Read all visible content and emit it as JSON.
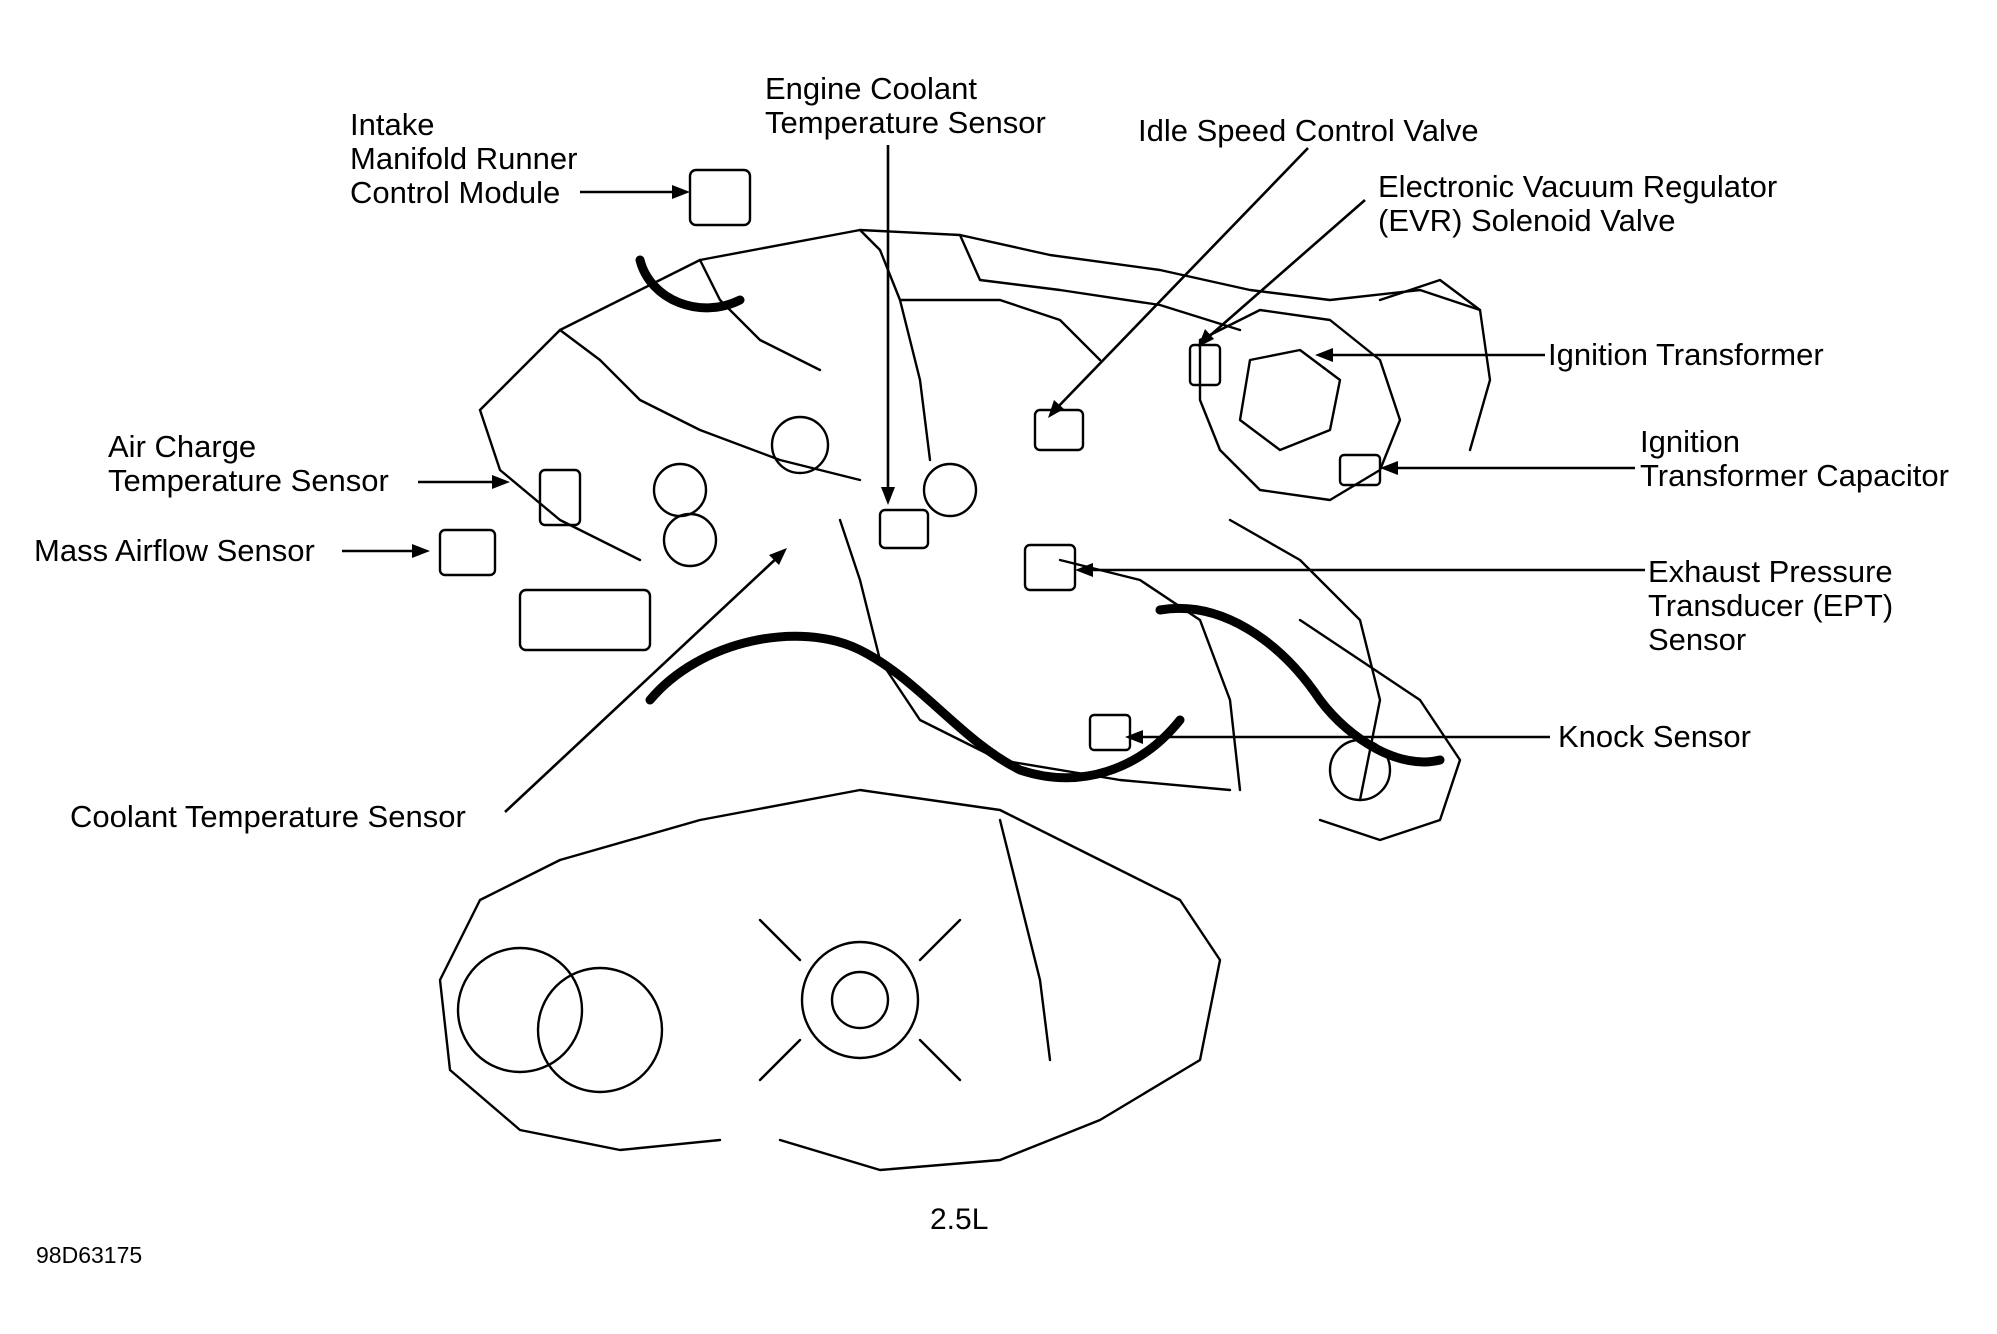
{
  "callouts": {
    "intake_manifold_runner": [
      "Intake",
      "Manifold Runner",
      "Control Module"
    ],
    "engine_coolant_temp": [
      "Engine Coolant",
      "Temperature Sensor"
    ],
    "idle_speed_control": [
      "Idle Speed Control Valve"
    ],
    "evr_solenoid": [
      "Electronic Vacuum Regulator",
      "(EVR) Solenoid Valve"
    ],
    "ignition_transformer": [
      "Ignition Transformer"
    ],
    "ignition_transformer_capacitor": [
      "Ignition",
      "Transformer Capacitor"
    ],
    "air_charge_temp": [
      "Air Charge",
      "Temperature Sensor"
    ],
    "mass_airflow": [
      "Mass Airflow Sensor"
    ],
    "exhaust_pressure_transducer": [
      "Exhaust Pressure",
      "Transducer (EPT)",
      "Sensor"
    ],
    "knock_sensor": [
      "Knock Sensor"
    ],
    "coolant_temp": [
      "Coolant Temperature Sensor"
    ]
  },
  "caption": "2.5L",
  "figure_id": "98D63175",
  "colors": {
    "ink": "#000000",
    "background": "#ffffff"
  }
}
